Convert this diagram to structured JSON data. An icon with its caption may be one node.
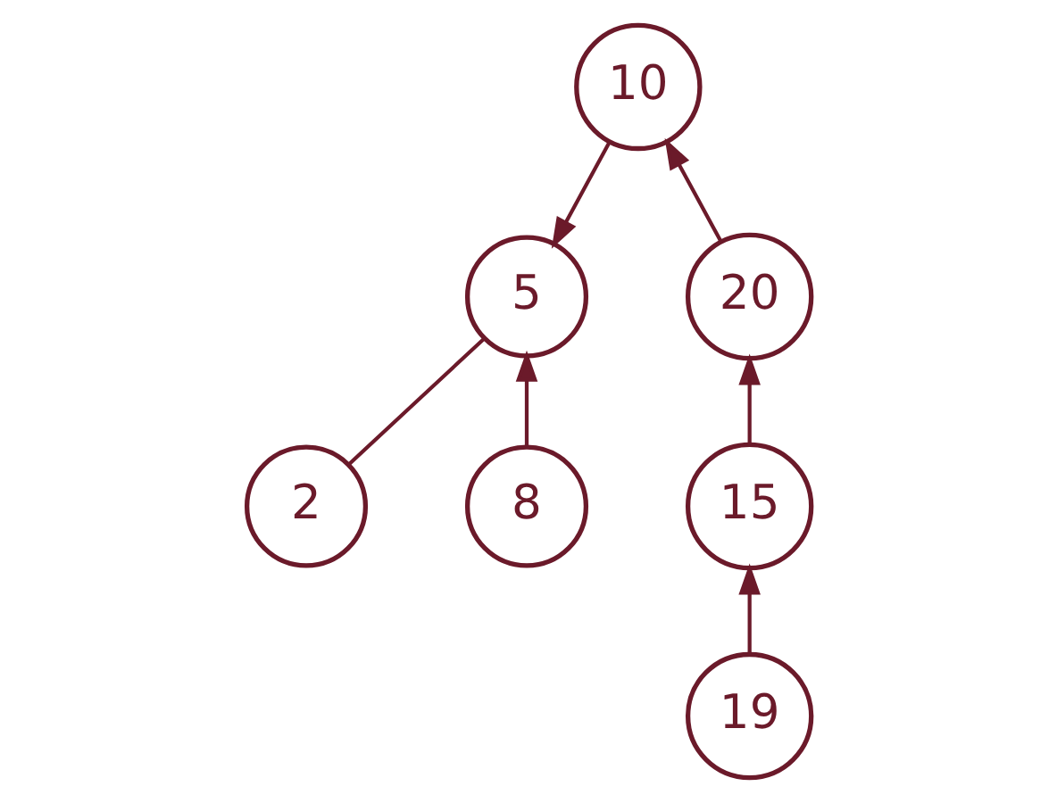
{
  "diagram": {
    "nodes": [
      {
        "text": [
          "10"
        ]
      },
      {
        "text": [
          "5"
        ]
      },
      {
        "text": [
          "20"
        ]
      },
      {
        "text": [
          "2"
        ]
      },
      {
        "text": [
          "8"
        ]
      },
      {
        "text": [
          "15"
        ]
      },
      {
        "text": [
          "19"
        ]
      }
    ],
    "edges": [
      {
        "from": 0,
        "to": 1,
        "arrow": "to"
      },
      {
        "from": 2,
        "to": 0,
        "arrow": "to"
      },
      {
        "from": 1,
        "to": 3,
        "arrow": "none"
      },
      {
        "from": 4,
        "to": 1,
        "arrow": "to"
      },
      {
        "from": 5,
        "to": 2,
        "arrow": "to"
      },
      {
        "from": 6,
        "to": 5,
        "arrow": "to"
      }
    ]
  }
}
